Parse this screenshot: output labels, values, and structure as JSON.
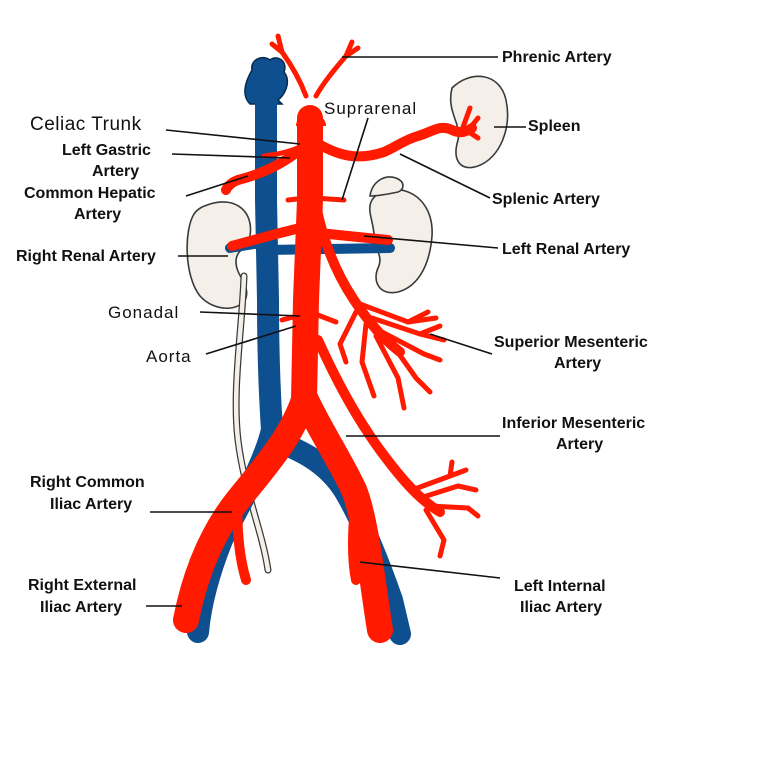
{
  "colors": {
    "artery": "#ff1a00",
    "artery_outline": "#7a0d00",
    "vein": "#0d4f8f",
    "vein_outline": "#062a4f",
    "organ_fill": "#f4efe8",
    "organ_outline": "#3a3a3a",
    "background": "#ffffff"
  },
  "labels": {
    "phrenic_artery": "Phrenic Artery",
    "suprarenal": "Suprarenal",
    "celiac_trunk": "Celiac Trunk",
    "spleen": "Spleen",
    "left_gastric_1": "Left Gastric",
    "left_gastric_2": "Artery",
    "common_hepatic_1": "Common Hepatic",
    "common_hepatic_2": "Artery",
    "splenic_artery": "Splenic Artery",
    "right_renal_artery": "Right Renal Artery",
    "left_renal_artery": "Left Renal Artery",
    "gonadal": "Gonadal",
    "superior_mesenteric_1": "Superior Mesenteric",
    "superior_mesenteric_2": "Artery",
    "aorta": "Aorta",
    "inferior_mesenteric_1": "Inferior Mesenteric",
    "inferior_mesenteric_2": "Artery",
    "right_common_iliac_1": "Right Common",
    "right_common_iliac_2": "Iliac Artery",
    "right_external_iliac_1": "Right External",
    "right_external_iliac_2": "Iliac Artery",
    "left_internal_iliac_1": "Left Internal",
    "left_internal_iliac_2": "Iliac Artery"
  }
}
